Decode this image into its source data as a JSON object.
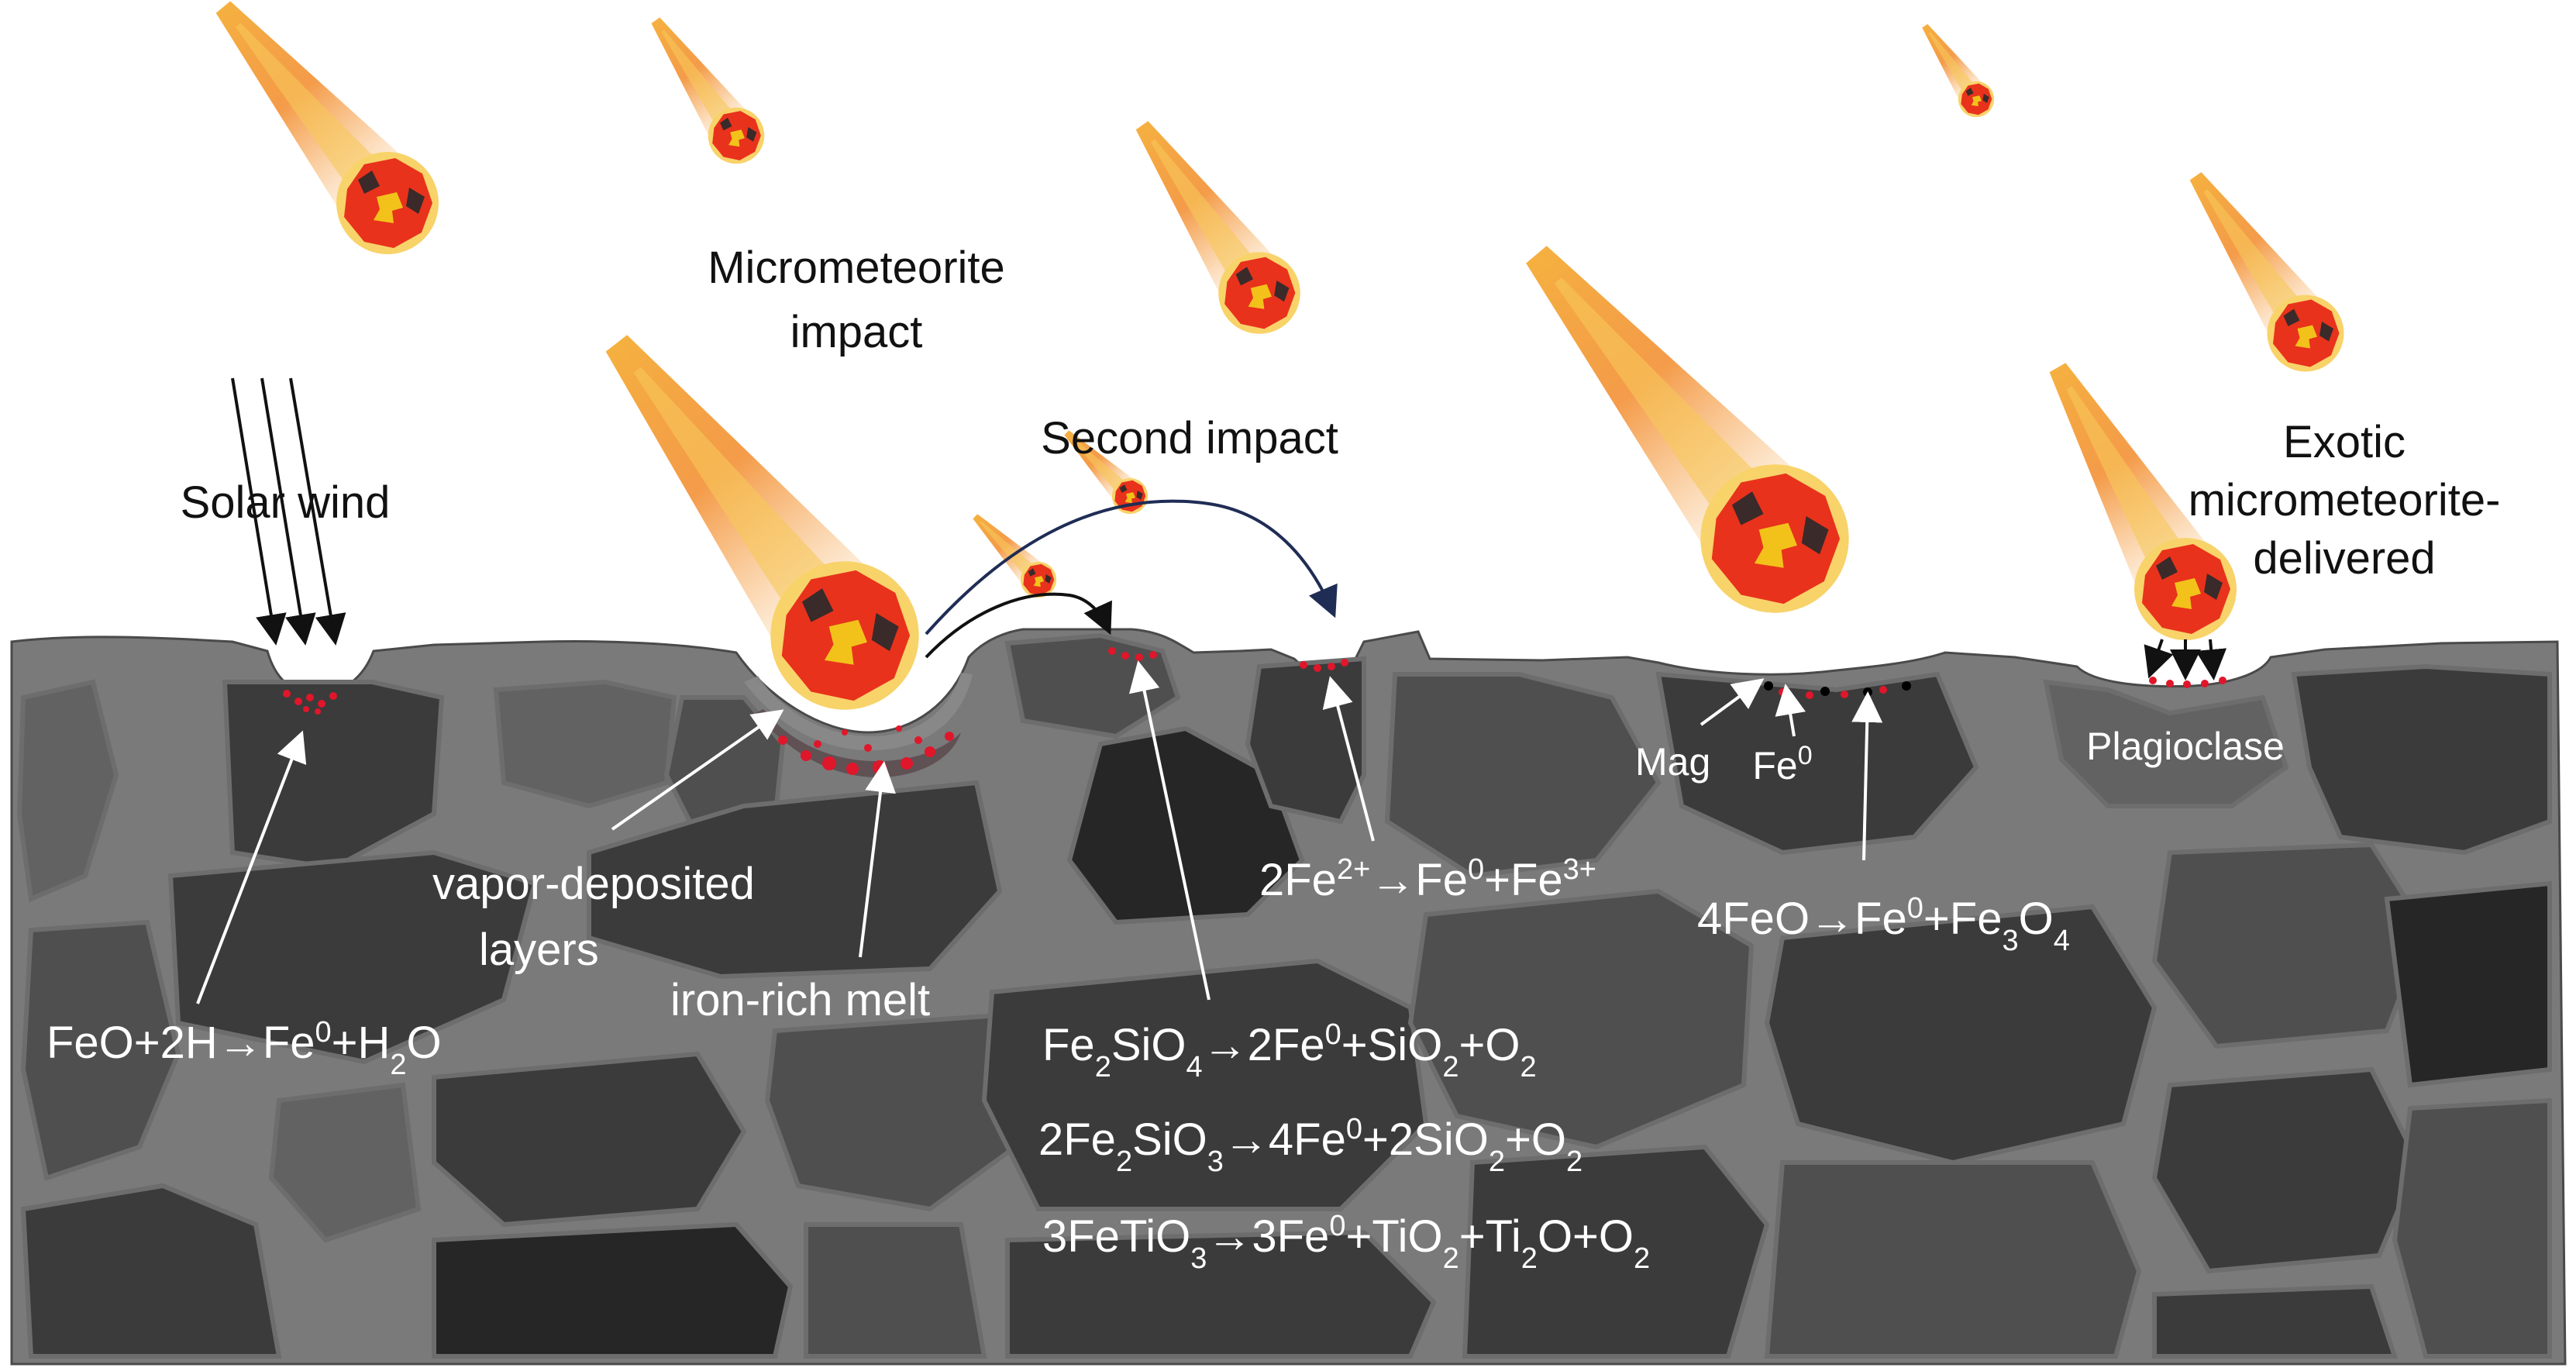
{
  "colors": {
    "sky": "#ffffff",
    "matrix": "#7a7a7a",
    "grain_dark": "#3b3b3b",
    "grain_mid": "#4f4f4f",
    "grain_light": "#626262",
    "grain_black": "#262626",
    "melt_red": "#e0162a",
    "meteor_core": "#e8321c",
    "meteor_glow": "#f8d36a",
    "meteor_spot": "#f2c21a",
    "trail_orange": "#f28a2a",
    "arrow_navy": "#1f2d55"
  },
  "icons": {
    "meteor": "meteor-icon",
    "arrow": "arrow-icon"
  },
  "labels": {
    "solar_wind": "Solar wind",
    "micrometeorite_l1": "Micrometeorite",
    "micrometeorite_l2": "impact",
    "second_impact": "Second impact",
    "exotic_l1": "Exotic",
    "exotic_l2": "micrometeorite-",
    "exotic_l3": "delivered",
    "vapor_l1": "vapor-deposited",
    "vapor_l2": "layers",
    "iron_melt": "iron-rich melt",
    "mag": "Mag",
    "fe0_base": "Fe",
    "fe0_sup": "0",
    "plagioclase": "Plagioclase"
  },
  "reactions": {
    "r1": [
      "FeO+2H→Fe",
      "0",
      "+H",
      "2",
      "O"
    ],
    "r2": [
      "2Fe",
      "2+",
      "→Fe",
      "0",
      "+Fe",
      "3+",
      ""
    ],
    "r3": [
      "4FeO→Fe",
      "0",
      "+Fe",
      "3",
      "O",
      "4",
      ""
    ],
    "r4": [
      "Fe",
      "2",
      "SiO",
      "4",
      "→2Fe",
      "0",
      "+SiO",
      "2",
      "+O",
      "2",
      ""
    ],
    "r5": [
      "2Fe",
      "2",
      "SiO",
      "3",
      "→4Fe",
      "0",
      "+2SiO",
      "2",
      "+O",
      "2",
      ""
    ],
    "r6": [
      "3FeTiO",
      "3",
      "→3Fe",
      "0",
      "+TiO",
      "2",
      "+Ti",
      "2",
      "O+O",
      "2",
      ""
    ]
  }
}
